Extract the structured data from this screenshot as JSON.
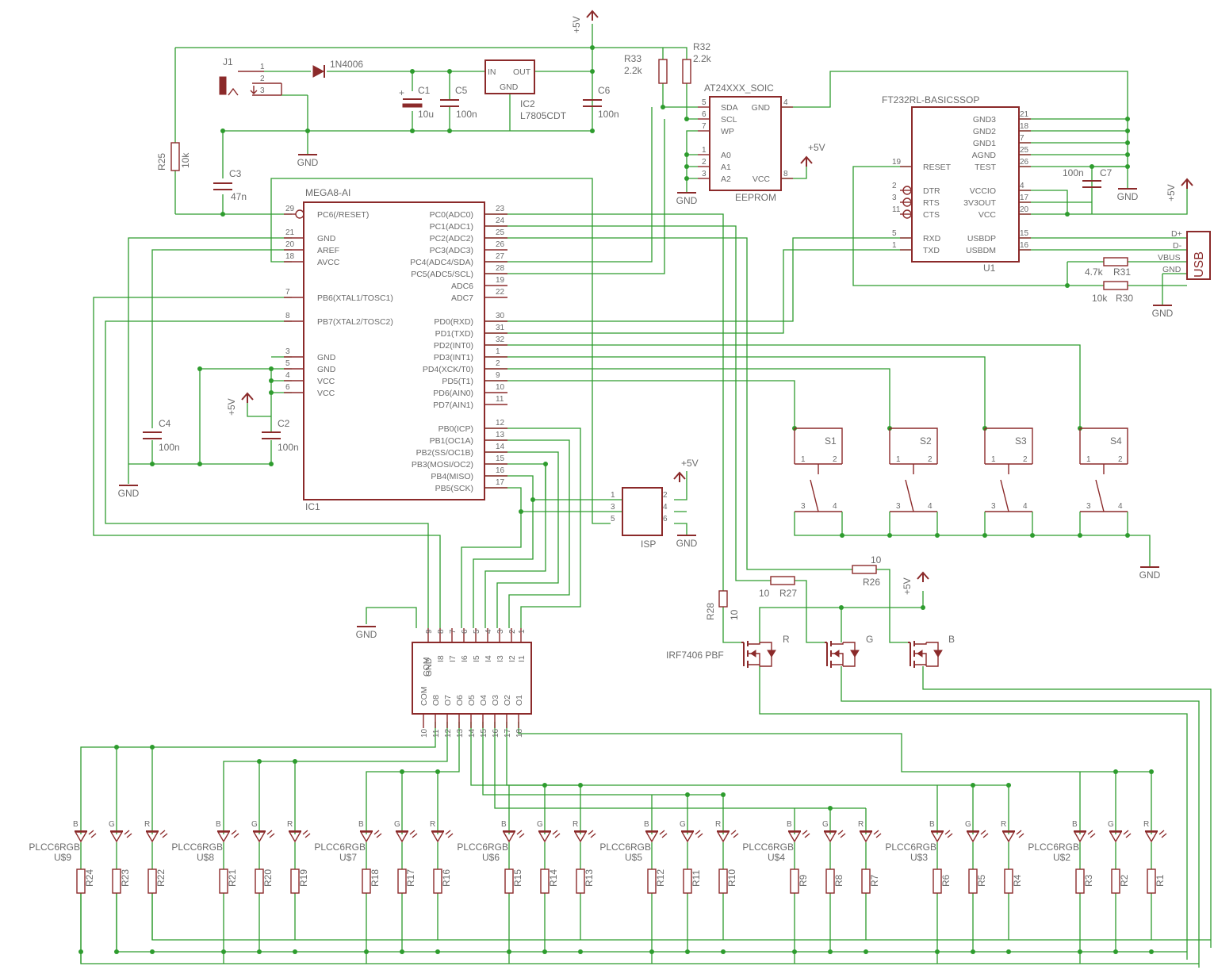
{
  "power": {
    "vcc": "+5V",
    "gnd": "GND"
  },
  "mcu": {
    "name": "MEGA8-AI",
    "ref": "IC1",
    "left_pins": [
      {
        "num": "29",
        "name": "PC6(/RESET)"
      },
      {
        "num": "21",
        "name": "GND"
      },
      {
        "num": "20",
        "name": "AREF"
      },
      {
        "num": "18",
        "name": "AVCC"
      },
      {
        "num": "7",
        "name": "PB6(XTAL1/TOSC1)"
      },
      {
        "num": "8",
        "name": "PB7(XTAL2/TOSC2)"
      },
      {
        "num": "3",
        "name": "GND"
      },
      {
        "num": "5",
        "name": "GND"
      },
      {
        "num": "4",
        "name": "VCC"
      },
      {
        "num": "6",
        "name": "VCC"
      }
    ],
    "right_pins": [
      {
        "num": "23",
        "name": "PC0(ADC0)"
      },
      {
        "num": "24",
        "name": "PC1(ADC1)"
      },
      {
        "num": "25",
        "name": "PC2(ADC2)"
      },
      {
        "num": "26",
        "name": "PC3(ADC3)"
      },
      {
        "num": "27",
        "name": "PC4(ADC4/SDA)"
      },
      {
        "num": "28",
        "name": "PC5(ADC5/SCL)"
      },
      {
        "num": "19",
        "name": "ADC6"
      },
      {
        "num": "22",
        "name": "ADC7"
      },
      {
        "num": "30",
        "name": "PD0(RXD)"
      },
      {
        "num": "31",
        "name": "PD1(TXD)"
      },
      {
        "num": "32",
        "name": "PD2(INT0)"
      },
      {
        "num": "1",
        "name": "PD3(INT1)"
      },
      {
        "num": "2",
        "name": "PD4(XCK/T0)"
      },
      {
        "num": "9",
        "name": "PD5(T1)"
      },
      {
        "num": "10",
        "name": "PD6(AIN0)"
      },
      {
        "num": "11",
        "name": "PD7(AIN1)"
      },
      {
        "num": "12",
        "name": "PB0(ICP)"
      },
      {
        "num": "13",
        "name": "PB1(OC1A)"
      },
      {
        "num": "14",
        "name": "PB2(SS/OC1B)"
      },
      {
        "num": "15",
        "name": "PB3(MOSI/OC2)"
      },
      {
        "num": "16",
        "name": "PB4(MISO)"
      },
      {
        "num": "17",
        "name": "PB5(SCK)"
      }
    ]
  },
  "regulator": {
    "ref": "IC2",
    "value": "L7805CDT",
    "in": "IN",
    "out": "OUT",
    "gnd": "GND"
  },
  "diode": {
    "value": "1N4006"
  },
  "jack": {
    "ref": "J1",
    "pins": [
      "1",
      "2",
      "3"
    ]
  },
  "caps": [
    {
      "ref": "C1",
      "value": "10u"
    },
    {
      "ref": "C5",
      "value": "100n"
    },
    {
      "ref": "C6",
      "value": "100n"
    },
    {
      "ref": "C3",
      "value": "47n"
    },
    {
      "ref": "C4",
      "value": "100n"
    },
    {
      "ref": "C2",
      "value": "100n"
    },
    {
      "ref": "C7",
      "value": "100n"
    }
  ],
  "resistors": [
    {
      "ref": "R33",
      "value": "2.2k"
    },
    {
      "ref": "R32",
      "value": "2.2k"
    },
    {
      "ref": "R25",
      "value": "10k"
    },
    {
      "ref": "R31",
      "value": "4.7k"
    },
    {
      "ref": "R30",
      "value": "10k"
    },
    {
      "ref": "R28",
      "value": "10"
    },
    {
      "ref": "R27",
      "value": "10"
    },
    {
      "ref": "R26",
      "value": "10"
    }
  ],
  "eeprom": {
    "name": "AT24XXX_SOIC",
    "ref": "EEPROM",
    "pins": [
      {
        "num": "5",
        "name": "SDA"
      },
      {
        "num": "6",
        "name": "SCL"
      },
      {
        "num": "7",
        "name": "WP"
      },
      {
        "num": "1",
        "name": "A0"
      },
      {
        "num": "2",
        "name": "A1"
      },
      {
        "num": "3",
        "name": "A2"
      },
      {
        "num": "4",
        "name": "GND"
      },
      {
        "num": "8",
        "name": "VCC"
      }
    ]
  },
  "ftdi": {
    "name": "FT232RL-BASICSSOP",
    "ref": "U1",
    "left_pins": [
      {
        "num": "19",
        "name": "RESET"
      },
      {
        "num": "2",
        "name": "DTR"
      },
      {
        "num": "3",
        "name": "RTS"
      },
      {
        "num": "11",
        "name": "CTS"
      },
      {
        "num": "5",
        "name": "RXD"
      },
      {
        "num": "1",
        "name": "TXD"
      }
    ],
    "right_pins": [
      {
        "num": "21",
        "name": "GND3"
      },
      {
        "num": "18",
        "name": "GND2"
      },
      {
        "num": "7",
        "name": "GND1"
      },
      {
        "num": "25",
        "name": "AGND"
      },
      {
        "num": "26",
        "name": "TEST"
      },
      {
        "num": "4",
        "name": "VCCIO"
      },
      {
        "num": "17",
        "name": "3V3OUT"
      },
      {
        "num": "20",
        "name": "VCC"
      },
      {
        "num": "15",
        "name": "USBDP"
      },
      {
        "num": "16",
        "name": "USBDM"
      }
    ]
  },
  "usb": {
    "label": "USB",
    "pins": [
      "D+",
      "D-",
      "VBUS",
      "GND"
    ]
  },
  "isp": {
    "ref": "ISP",
    "pins": [
      "1",
      "2",
      "3",
      "4",
      "5",
      "6"
    ]
  },
  "switches": [
    "S1",
    "S2",
    "S3",
    "S4"
  ],
  "mosfets": {
    "value": "IRF7406 PBF",
    "channels": [
      "R",
      "G",
      "B"
    ]
  },
  "driver": {
    "top_pins": [
      "9",
      "8",
      "7",
      "6",
      "5",
      "4",
      "3",
      "2",
      "1"
    ],
    "top_names": [
      "COM",
      "GND",
      "I8",
      "I7",
      "I6",
      "I5",
      "I4",
      "I3",
      "I2",
      "I1"
    ],
    "bottom_names": [
      "COM",
      "O8",
      "O7",
      "O6",
      "O5",
      "O4",
      "O3",
      "O2",
      "O1"
    ],
    "bottom_pins": [
      "10",
      "11",
      "12",
      "13",
      "14",
      "15",
      "16",
      "17",
      "18"
    ]
  },
  "leds": [
    {
      "ref": "U$9",
      "value": "PLCC6RGB",
      "res": [
        "R24",
        "R23",
        "R22"
      ]
    },
    {
      "ref": "U$8",
      "value": "PLCC6RGB",
      "res": [
        "R21",
        "R20",
        "R19"
      ]
    },
    {
      "ref": "U$7",
      "value": "PLCC6RGB",
      "res": [
        "R18",
        "R17",
        "R16"
      ]
    },
    {
      "ref": "U$6",
      "value": "PLCC6RGB",
      "res": [
        "R15",
        "R14",
        "R13"
      ]
    },
    {
      "ref": "U$5",
      "value": "PLCC6RGB",
      "res": [
        "R12",
        "R11",
        "R10"
      ]
    },
    {
      "ref": "U$4",
      "value": "PLCC6RGB",
      "res": [
        "R9",
        "R8",
        "R7"
      ]
    },
    {
      "ref": "U$3",
      "value": "PLCC6RGB",
      "res": [
        "R6",
        "R5",
        "R4"
      ]
    },
    {
      "ref": "U$2",
      "value": "PLCC6RGB",
      "res": [
        "R3",
        "R2",
        "R1"
      ]
    }
  ],
  "led_channels": [
    "B",
    "G",
    "R"
  ]
}
